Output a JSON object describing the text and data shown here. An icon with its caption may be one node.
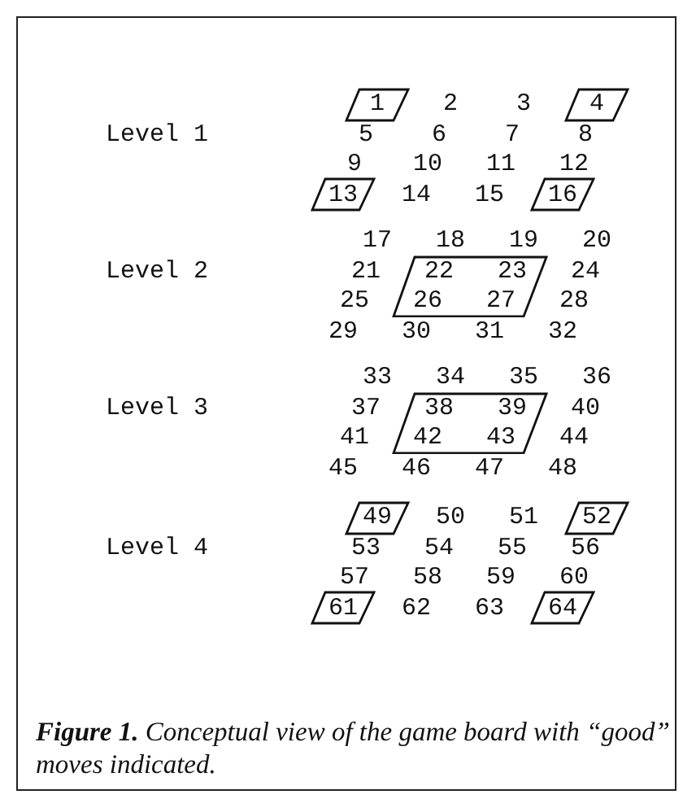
{
  "diagram": {
    "caption": "**Figure 1.** Conceptual view of the game board with “good” moves indicated.",
    "nodes": [
      {
        "text": [
          "1"
        ]
      },
      {
        "text": [
          "4"
        ]
      },
      {
        "text": [
          "13"
        ]
      },
      {
        "text": [
          "16"
        ]
      },
      {
        "text": [
          "22",
          "23",
          "26",
          "27"
        ]
      },
      {
        "text": [
          "38",
          "39",
          "42",
          "43"
        ]
      },
      {
        "text": [
          "49"
        ]
      },
      {
        "text": [
          "52"
        ]
      },
      {
        "text": [
          "61"
        ]
      },
      {
        "text": [
          "64"
        ]
      }
    ],
    "labels": [
      "Level 1",
      "2",
      "3",
      "5",
      "6",
      "7",
      "8",
      "9",
      "10",
      "11",
      "12",
      "14",
      "15",
      "Level 2",
      "17",
      "18",
      "19",
      "20",
      "21",
      "24",
      "25",
      "28",
      "29",
      "30",
      "31",
      "32",
      "Level 3",
      "33",
      "34",
      "35",
      "36",
      "37",
      "40",
      "41",
      "44",
      "45",
      "46",
      "47",
      "48",
      "Level 4",
      "50",
      "51",
      "53",
      "54",
      "55",
      "56",
      "57",
      "58",
      "59",
      "60",
      "62",
      "63"
    ]
  }
}
